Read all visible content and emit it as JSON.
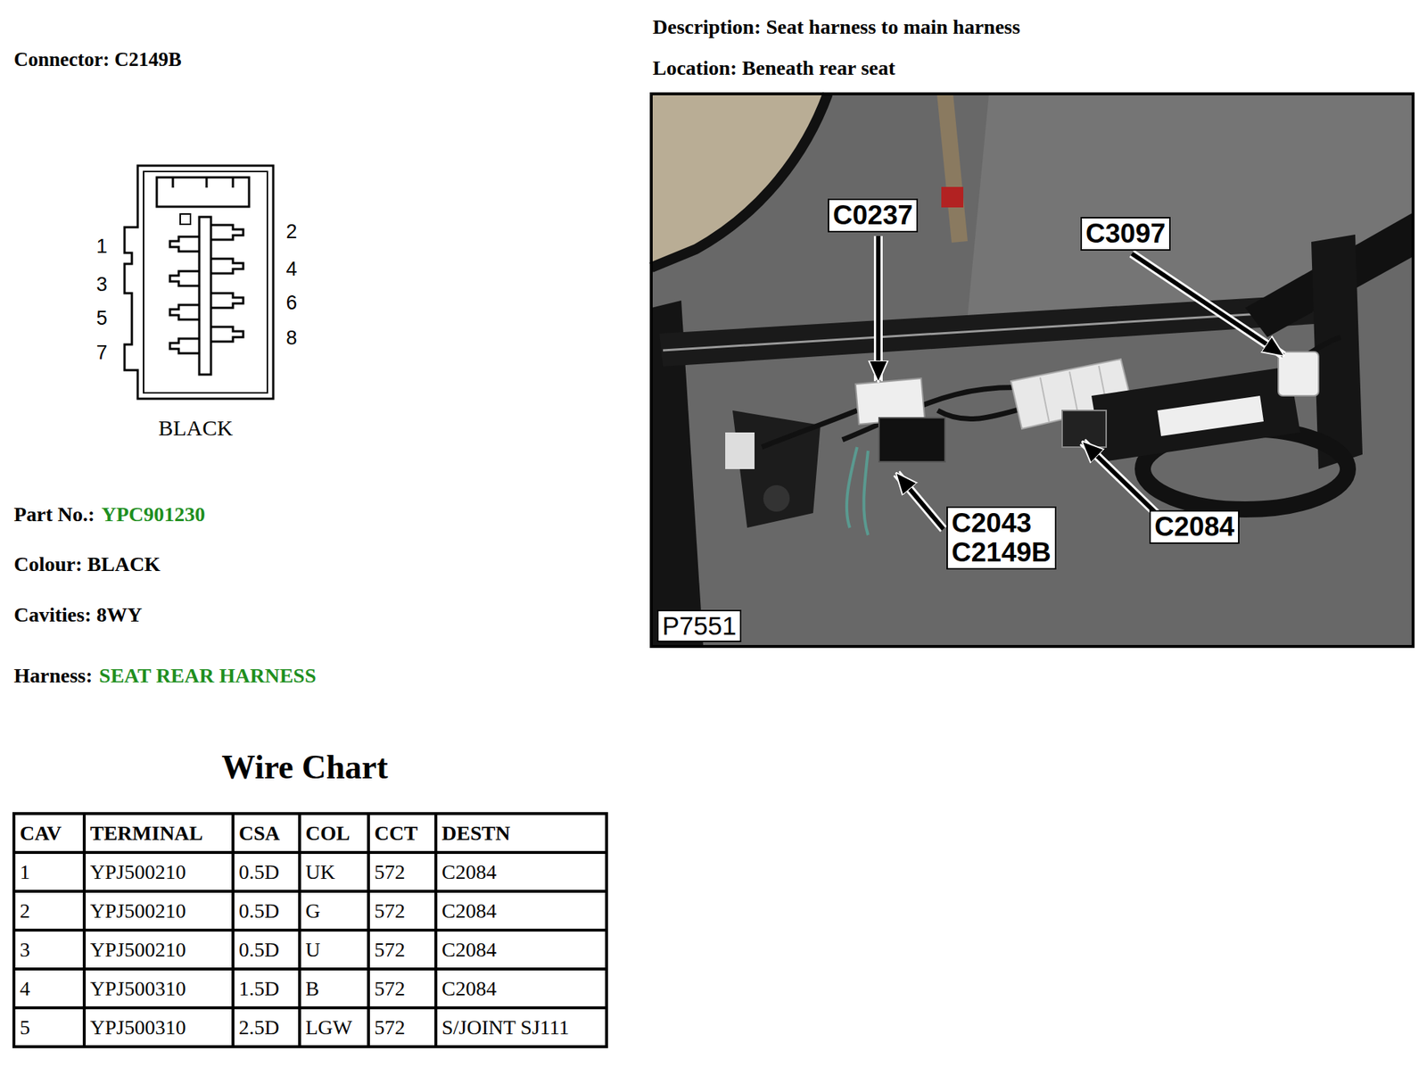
{
  "diagram": {
    "nodes": [
      {
        "text": [
          "C0237"
        ]
      },
      {
        "text": [
          "C3097"
        ]
      },
      {
        "text": [
          "C2043 C2149B"
        ]
      },
      {
        "text": [
          "C2084"
        ]
      },
      {
        "text": [
          "P7551"
        ]
      }
    ],
    "labels": [
      "Connector: C2149B",
      "1",
      "3",
      "5",
      "7",
      "2",
      "4",
      "6",
      "8",
      "BLACK",
      "Part No.:",
      "YPC901230",
      "Colour: BLACK",
      "Cavities: 8WY",
      "Harness:",
      "SEAT REAR HARNESS",
      "Wire Chart",
      "Description: Seat harness to main harness",
      "Location: Beneath rear seat",
      "CAV",
      "TERMINAL",
      "CSA",
      "COL",
      "CCT",
      "DESTN",
      "1",
      "YPJ500210",
      "0.5D",
      "UK",
      "572",
      "C2084",
      "2",
      "YPJ500210",
      "0.5D",
      "G",
      "572",
      "C2084",
      "3",
      "YPJ500210",
      "0.5D",
      "U",
      "572",
      "C2084",
      "4",
      "YPJ500310",
      "1.5D",
      "B",
      "572",
      "C2084",
      "5",
      "YPJ500310",
      "2.5D",
      "LGW",
      "572",
      "S/JOINT SJ111"
    ]
  }
}
